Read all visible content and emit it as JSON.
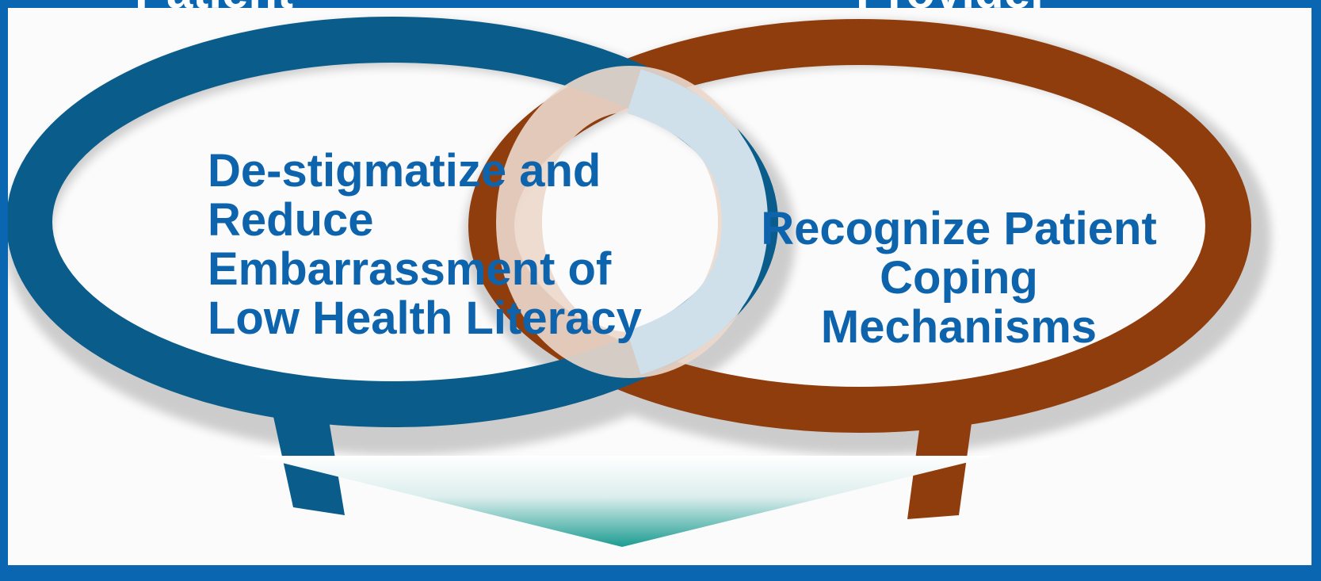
{
  "header": {
    "left_label": "Patient",
    "right_label": "Provider"
  },
  "bubbles": {
    "left": {
      "text": "De-stigmatize and Reduce Embarrassment of Low Health Literacy",
      "color": "#0a5c8a"
    },
    "right": {
      "text": "Recognize Patient Coping Mechanisms",
      "color": "#8f3d0d"
    }
  },
  "colors": {
    "frame": "#0a66b0",
    "text": "#0d64ad",
    "overlap_blue": "#cfe0ea",
    "overlap_tan": "#ecd8cc",
    "arrow_top": "#ffffff",
    "arrow_bottom": "#1b9c91"
  },
  "icons": [
    "speech-bubble-icon",
    "speech-bubble-icon",
    "down-arrow-icon"
  ]
}
